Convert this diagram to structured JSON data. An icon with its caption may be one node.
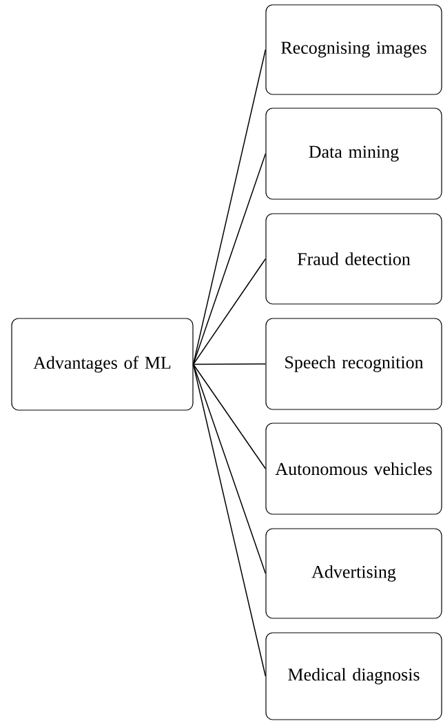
{
  "diagram": {
    "nodes": [
      {
        "text": [
          "Advantages of ML"
        ]
      },
      {
        "text": [
          "Recognising images"
        ]
      },
      {
        "text": [
          "Data mining"
        ]
      },
      {
        "text": [
          "Fraud detection"
        ]
      },
      {
        "text": [
          "Speech recognition"
        ]
      },
      {
        "text": [
          "Autonomous vehicles"
        ]
      },
      {
        "text": [
          "Advertising"
        ]
      },
      {
        "text": [
          "Medical diagnosis"
        ]
      }
    ],
    "edges": [
      {
        "from": 0,
        "to": 1,
        "arrow": "none"
      },
      {
        "from": 0,
        "to": 2,
        "arrow": "none"
      },
      {
        "from": 0,
        "to": 3,
        "arrow": "none"
      },
      {
        "from": 0,
        "to": 4,
        "arrow": "none"
      },
      {
        "from": 0,
        "to": 5,
        "arrow": "none"
      },
      {
        "from": 0,
        "to": 6,
        "arrow": "none"
      },
      {
        "from": 0,
        "to": 7,
        "arrow": "none"
      }
    ]
  }
}
